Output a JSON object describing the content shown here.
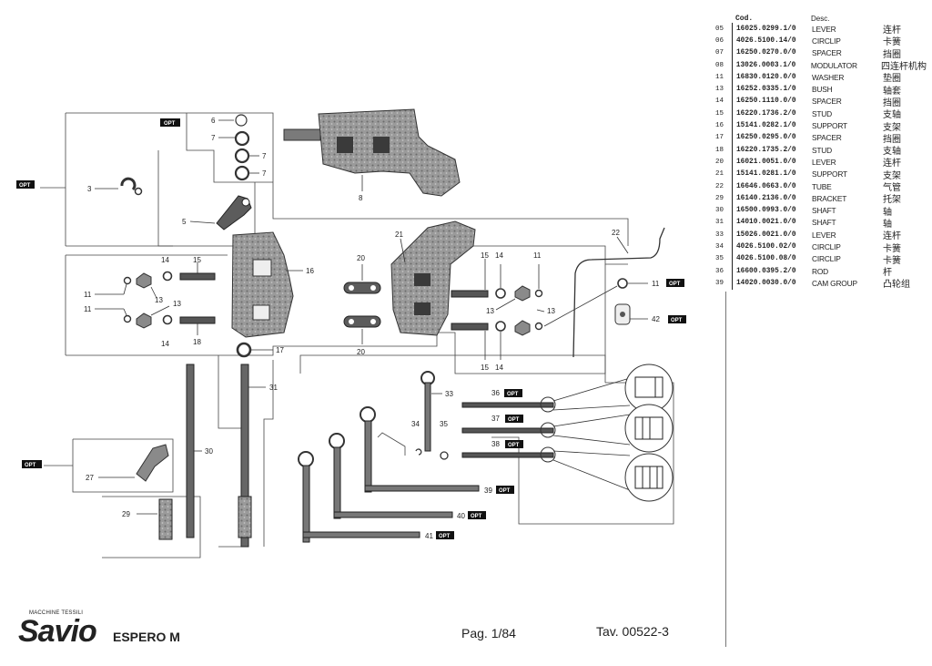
{
  "header": {
    "code_label": "Cod.",
    "desc_label": "Desc."
  },
  "parts": [
    {
      "pos": "05",
      "code": "16025.0299.1/0",
      "desc": "LEVER",
      "cn": "连杆"
    },
    {
      "pos": "06",
      "code": "4026.5100.14/0",
      "desc": "CIRCLIP",
      "cn": "卡簧"
    },
    {
      "pos": "07",
      "code": "16250.0270.0/0",
      "desc": "SPACER",
      "cn": "挡圈"
    },
    {
      "pos": "08",
      "code": "13026.0003.1/0",
      "desc": "MODULATOR",
      "cn": "四连杆机构"
    },
    {
      "pos": "11",
      "code": "16830.0120.0/0",
      "desc": "WASHER",
      "cn": "垫圈"
    },
    {
      "pos": "13",
      "code": "16252.0335.1/0",
      "desc": "BUSH",
      "cn": "轴套"
    },
    {
      "pos": "14",
      "code": "16250.1110.0/0",
      "desc": "SPACER",
      "cn": "挡圈"
    },
    {
      "pos": "15",
      "code": "16220.1736.2/0",
      "desc": "STUD",
      "cn": "支轴"
    },
    {
      "pos": "16",
      "code": "15141.0282.1/0",
      "desc": "SUPPORT",
      "cn": "支架"
    },
    {
      "pos": "17",
      "code": "16250.0295.0/0",
      "desc": "SPACER",
      "cn": "挡圈"
    },
    {
      "pos": "18",
      "code": "16220.1735.2/0",
      "desc": "STUD",
      "cn": "支轴"
    },
    {
      "pos": "20",
      "code": "16021.0051.0/0",
      "desc": "LEVER",
      "cn": "连杆"
    },
    {
      "pos": "21",
      "code": "15141.0281.1/0",
      "desc": "SUPPORT",
      "cn": "支架"
    },
    {
      "pos": "22",
      "code": "16646.0663.0/0",
      "desc": "TUBE",
      "cn": "气管"
    },
    {
      "pos": "29",
      "code": "16140.2136.0/0",
      "desc": "BRACKET",
      "cn": "托架"
    },
    {
      "pos": "30",
      "code": "16500.0993.0/0",
      "desc": "SHAFT",
      "cn": "轴"
    },
    {
      "pos": "31",
      "code": "14010.0021.0/0",
      "desc": "SHAFT",
      "cn": "轴"
    },
    {
      "pos": "33",
      "code": "15026.0021.0/0",
      "desc": "LEVER",
      "cn": "连杆"
    },
    {
      "pos": "34",
      "code": "4026.5100.02/0",
      "desc": "CIRCLIP",
      "cn": "卡簧"
    },
    {
      "pos": "35",
      "code": "4026.5100.08/0",
      "desc": "CIRCLIP",
      "cn": "卡簧"
    },
    {
      "pos": "36",
      "code": "16600.0395.2/0",
      "desc": "ROD",
      "cn": "杆"
    },
    {
      "pos": "39",
      "code": "14020.0030.0/0",
      "desc": "CAM GROUP",
      "cn": "凸轮组"
    }
  ],
  "diagram": {
    "opt": "OPT",
    "labels": {
      "n3": "3",
      "n5": "5",
      "n6": "6",
      "n7a": "7",
      "n7b": "7",
      "n7c": "7",
      "n8": "8",
      "n11a": "11",
      "n11b": "11",
      "n11c": "11",
      "n11d": "11",
      "n13a": "13",
      "n13b": "13",
      "n13c": "13",
      "n13d": "13",
      "n14a": "14",
      "n14b": "14",
      "n14c": "14",
      "n14d": "14",
      "n15a": "15",
      "n15b": "15",
      "n15c": "15",
      "n16": "16",
      "n17": "17",
      "n18": "18",
      "n20a": "20",
      "n20b": "20",
      "n21": "21",
      "n22": "22",
      "n27": "27",
      "n29": "29",
      "n30": "30",
      "n31": "31",
      "n33": "33",
      "n34": "34",
      "n35": "35",
      "n36": "36",
      "n37": "37",
      "n38": "38",
      "n39": "39",
      "n40": "40",
      "n41": "41",
      "n42": "42"
    }
  },
  "footer": {
    "brand_sub": "MACCHINE TESSILI",
    "brand": "Savio",
    "model": "ESPERO M",
    "page": "Pag. 1/84",
    "table": "Tav. 00522-3"
  }
}
